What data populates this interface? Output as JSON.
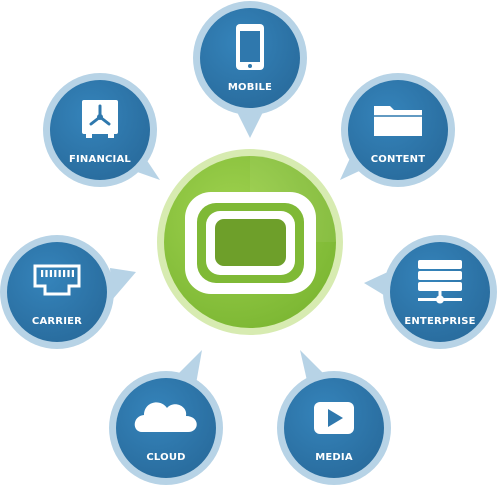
{
  "hub": {
    "name": "central-hub",
    "colors": {
      "ring": "#cfe6a0",
      "outer": "#8cc63f",
      "dark": "#6fa12b",
      "light": "#a6d35a",
      "inner": "#ffffff"
    }
  },
  "theme": {
    "bubble_ring": "#b7d3e6",
    "bubble_fill": "#2f78ad",
    "bubble_fill_dark": "#24628f",
    "icon_color": "#ffffff"
  },
  "nodes": [
    {
      "id": "mobile",
      "label": "MOBILE",
      "icon": "smartphone-icon"
    },
    {
      "id": "content",
      "label": "CONTENT",
      "icon": "folder-icon"
    },
    {
      "id": "enterprise",
      "label": "ENTERPRISE",
      "icon": "server-icon"
    },
    {
      "id": "media",
      "label": "MEDIA",
      "icon": "play-button-icon"
    },
    {
      "id": "cloud",
      "label": "CLOUD",
      "icon": "cloud-icon"
    },
    {
      "id": "carrier",
      "label": "CARRIER",
      "icon": "network-port-icon"
    },
    {
      "id": "financial",
      "label": "FINANCIAL",
      "icon": "vault-icon"
    }
  ]
}
